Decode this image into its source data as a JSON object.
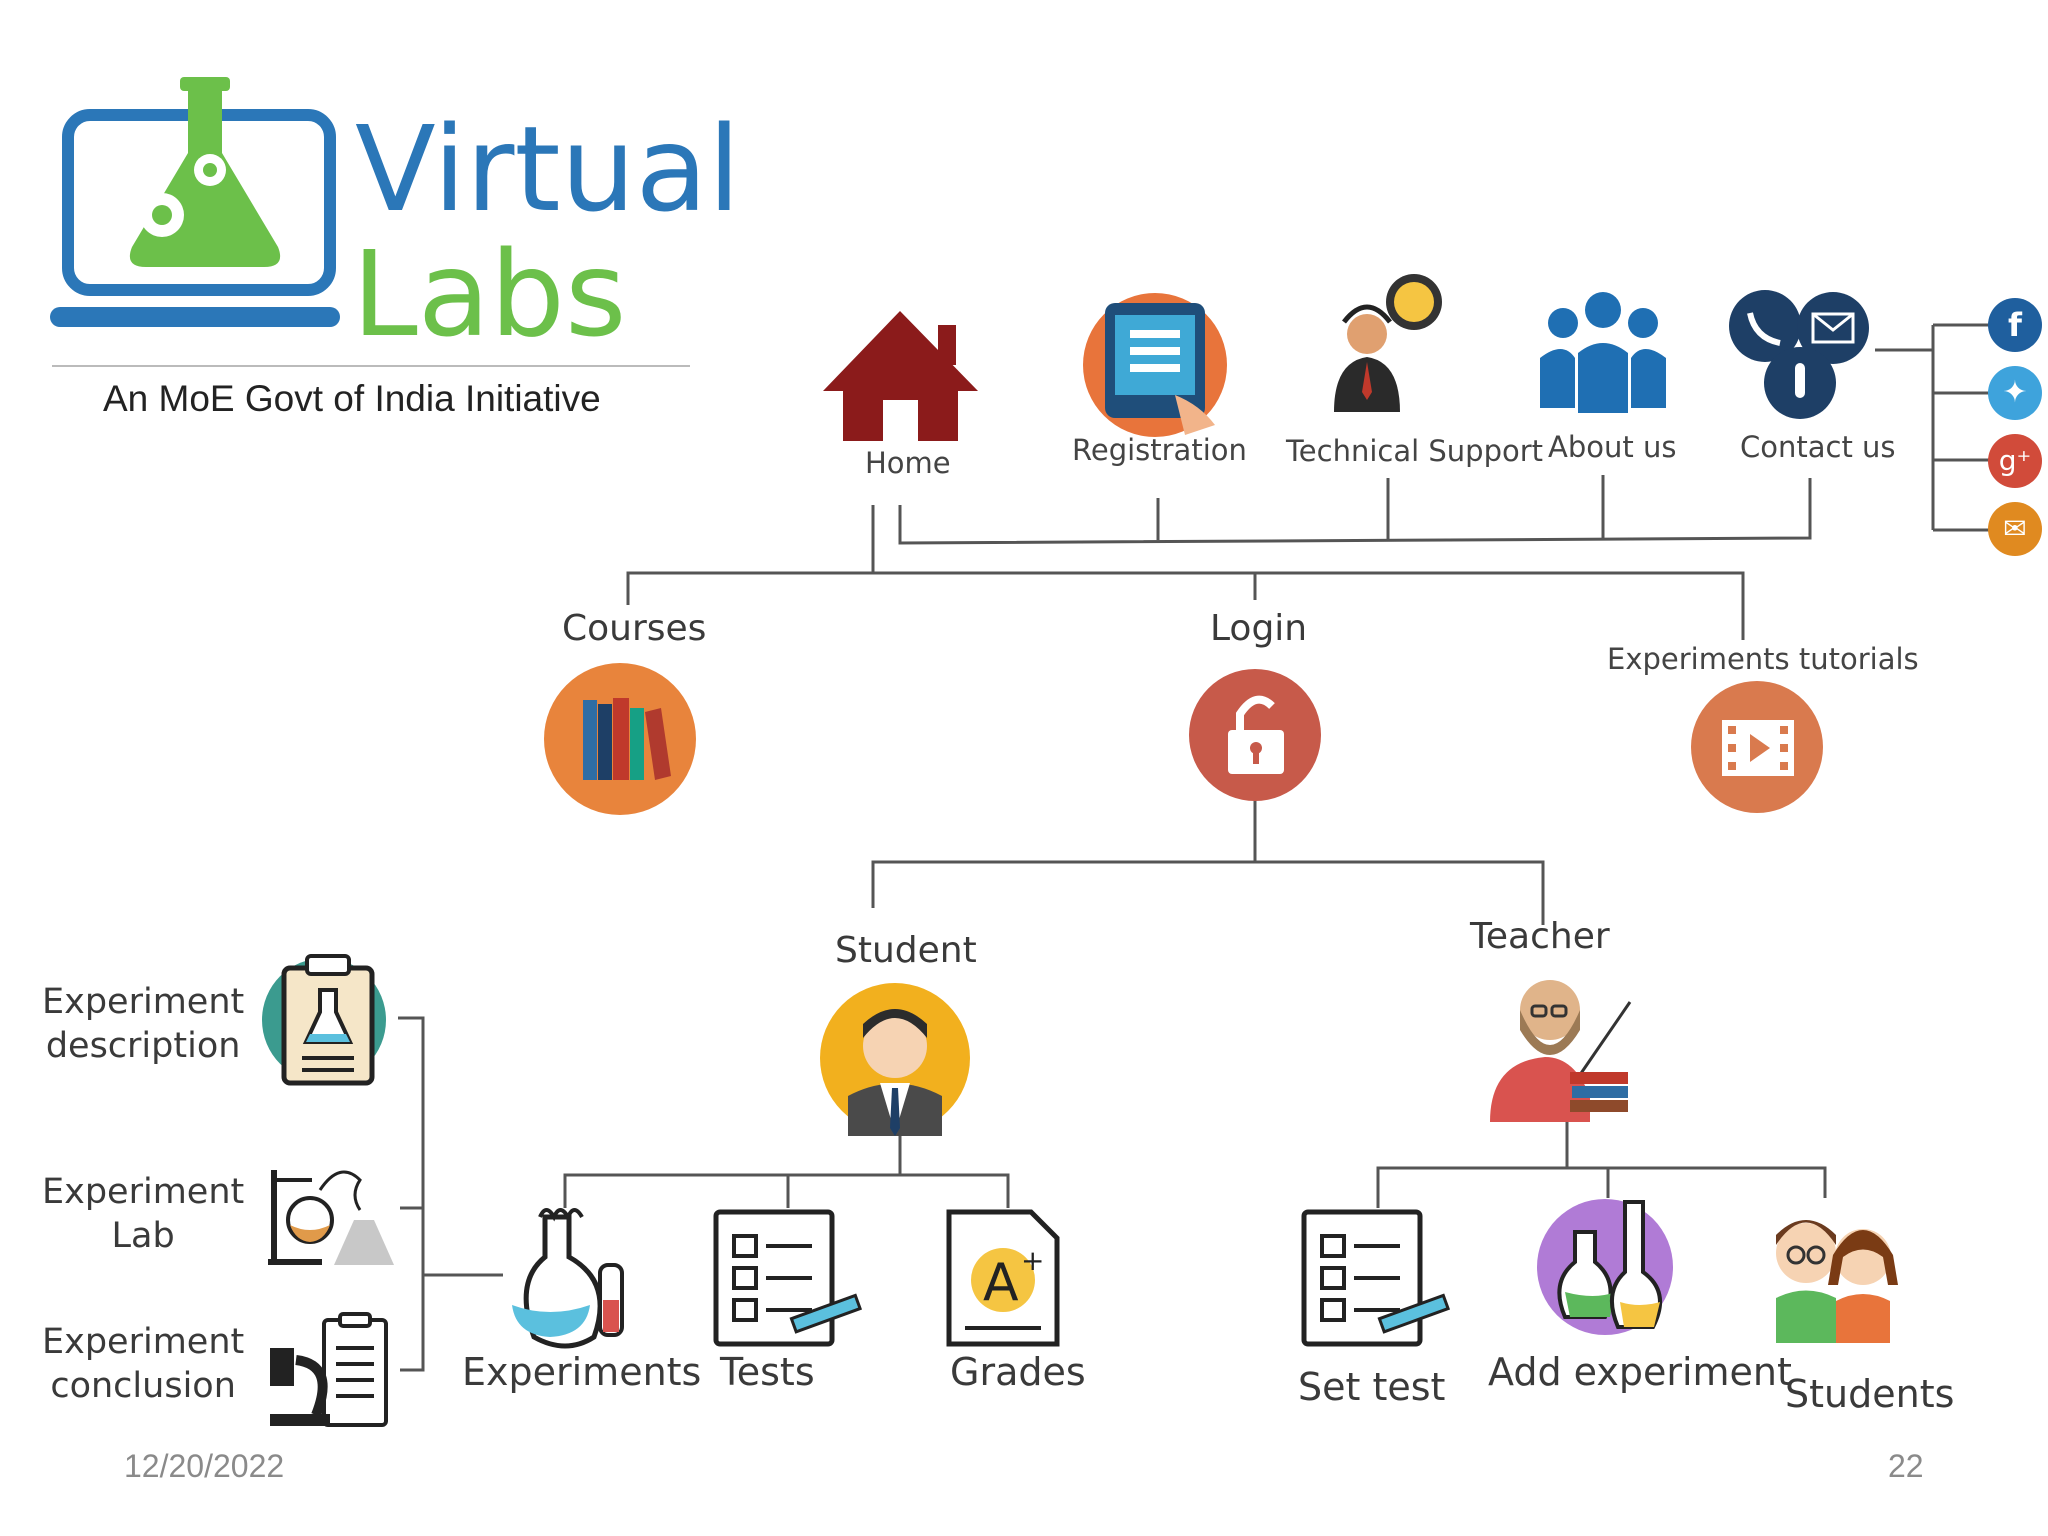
{
  "logo": {
    "word1": "Virtual",
    "word2": "Labs",
    "tagline": "An MoE Govt of India Initiative",
    "colors": {
      "blue": "#2b77b8",
      "green": "#6cc04a"
    }
  },
  "top_nav": [
    {
      "label": "Home",
      "icon": "house-icon"
    },
    {
      "label": "Registration",
      "icon": "tablet-registration-icon"
    },
    {
      "label": "Technical Support",
      "icon": "support-agent-icon"
    },
    {
      "label": "About us",
      "icon": "people-group-icon"
    },
    {
      "label": "Contact us",
      "icon": "contact-phone-mail-icon"
    }
  ],
  "social": [
    "facebook-icon",
    "twitter-icon",
    "google-plus-icon",
    "mail-icon"
  ],
  "level2": {
    "courses": "Courses",
    "login": "Login",
    "tutorials": "Experiments  tutorials"
  },
  "roles": {
    "student": "Student",
    "teacher": "Teacher"
  },
  "student_items": [
    {
      "label": "Experiments",
      "icon": "flask-icon"
    },
    {
      "label": "Tests",
      "icon": "checklist-icon"
    },
    {
      "label": "Grades",
      "icon": "grade-a-plus-icon"
    }
  ],
  "teacher_items": [
    {
      "label": "Set test",
      "icon": "checklist-icon"
    },
    {
      "label": "Add experiment",
      "icon": "lab-flasks-icon"
    },
    {
      "label": "Students",
      "icon": "children-icon"
    }
  ],
  "experiment_details": [
    {
      "label": "Experiment\ndescription",
      "icon": "clipboard-flask-icon"
    },
    {
      "label": "Experiment\nLab",
      "icon": "lab-apparatus-icon"
    },
    {
      "label": "Experiment\nconclusion",
      "icon": "microscope-report-icon"
    }
  ],
  "footer": {
    "date": "12/20/2022",
    "page": "22"
  }
}
